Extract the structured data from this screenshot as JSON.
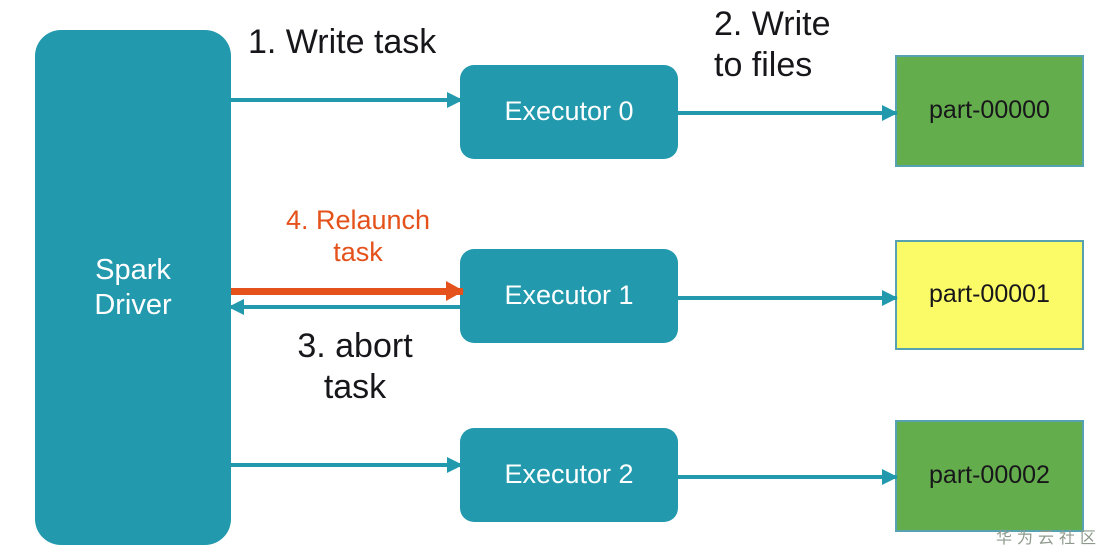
{
  "diagram": {
    "title": "Spark write task / abort / relaunch flow",
    "colors": {
      "teal": "#2299ad",
      "green": "#64ad4c",
      "yellow": "#fbfb68",
      "orange": "#e4511b",
      "box_border": "#56a2b0",
      "text_dark": "#17161a",
      "text_light": "#ffffff",
      "background": "#ffffff"
    },
    "driver": {
      "label": "Spark\nDriver"
    },
    "executors": [
      {
        "label": "Executor 0"
      },
      {
        "label": "Executor 1"
      },
      {
        "label": "Executor 2"
      }
    ],
    "files": [
      {
        "label": "part-00000",
        "color": "#64ad4c"
      },
      {
        "label": "part-00001",
        "color": "#fbfb68"
      },
      {
        "label": "part-00002",
        "color": "#64ad4c"
      }
    ],
    "steps": [
      {
        "id": 1,
        "text": "1.  Write task",
        "color": "#17161a"
      },
      {
        "id": 2,
        "text": "2. Write\nto files",
        "color": "#17161a"
      },
      {
        "id": 3,
        "text": "3.  abort\ntask",
        "color": "#17161a"
      },
      {
        "id": 4,
        "text": "4.  Relaunch\ntask",
        "color": "#e4511b"
      }
    ],
    "arrows": [
      {
        "name": "driver-to-executor0",
        "direction": "right",
        "color": "#2299ad"
      },
      {
        "name": "executor0-to-file0",
        "direction": "right",
        "color": "#2299ad"
      },
      {
        "name": "driver-to-executor1-relaunch",
        "direction": "right",
        "color": "#e4511b"
      },
      {
        "name": "executor1-to-driver-abort",
        "direction": "left",
        "color": "#2299ad"
      },
      {
        "name": "executor1-to-file1",
        "direction": "right",
        "color": "#2299ad"
      },
      {
        "name": "driver-to-executor2",
        "direction": "right",
        "color": "#2299ad"
      },
      {
        "name": "executor2-to-file2",
        "direction": "right",
        "color": "#2299ad"
      }
    ],
    "watermark": "华为云社区"
  }
}
